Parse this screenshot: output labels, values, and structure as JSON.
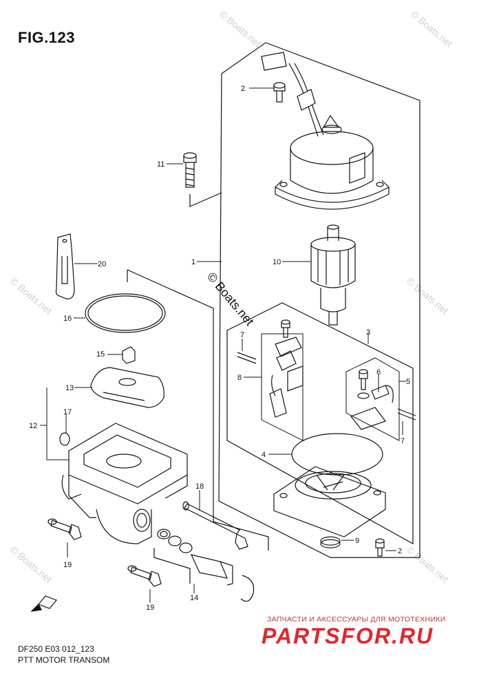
{
  "figure": {
    "title": "FIG.123",
    "code": "DF250 E03 012_123",
    "caption": "PTT MOTOR TRANSOM"
  },
  "watermark": {
    "main": "© Boats.net",
    "faint": "© Boats.net"
  },
  "brand": {
    "tagline": "ЗАПЧАСТИ И АКСЕССУАРЫ ДЛЯ МОТОТЕХНИКИ",
    "name": "PARTSFOR.RU"
  },
  "callouts": {
    "c1": "1",
    "c2a": "2",
    "c2b": "2",
    "c3": "3",
    "c4": "4",
    "c5": "5",
    "c6": "6",
    "c7a": "7",
    "c7b": "7",
    "c8": "8",
    "c9": "9",
    "c10": "10",
    "c11": "11",
    "c12": "12",
    "c13": "13",
    "c14": "14",
    "c15": "15",
    "c16": "16",
    "c17": "17",
    "c18": "18",
    "c19a": "19",
    "c19b": "19",
    "c20": "20"
  },
  "icons": {
    "front_arrow": "front-direction-arrow-icon"
  }
}
